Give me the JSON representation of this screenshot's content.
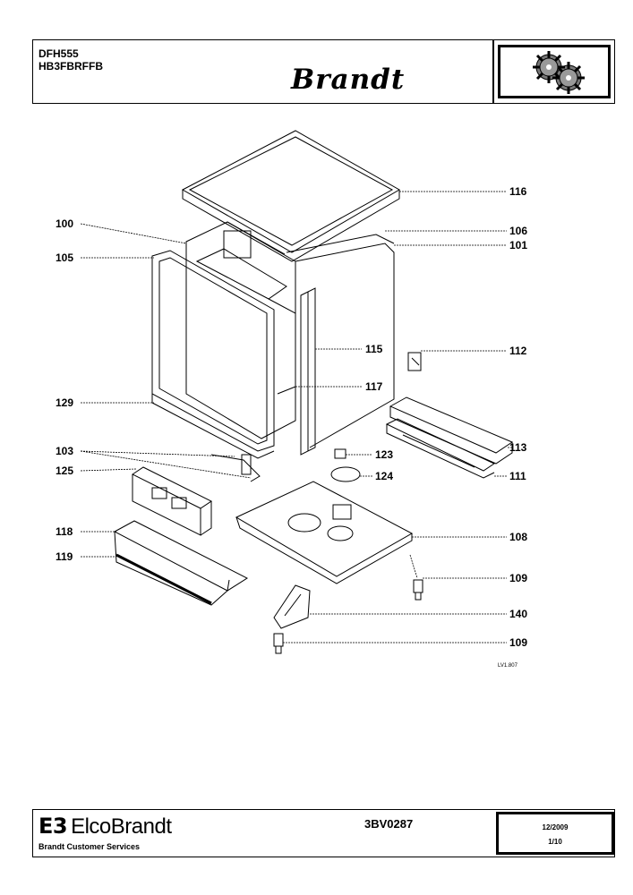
{
  "header": {
    "model_1": "DFH555",
    "model_2": "HB3FBRFFB",
    "logo_text": "Brandt",
    "logo_icon": "gears-icon"
  },
  "diagram": {
    "part_labels": [
      {
        "id": "116",
        "text": "116"
      },
      {
        "id": "100",
        "text": "100"
      },
      {
        "id": "106",
        "text": "106"
      },
      {
        "id": "101",
        "text": "101"
      },
      {
        "id": "105",
        "text": "105"
      },
      {
        "id": "115",
        "text": "115"
      },
      {
        "id": "112",
        "text": "112"
      },
      {
        "id": "117",
        "text": "117"
      },
      {
        "id": "129",
        "text": "129"
      },
      {
        "id": "113",
        "text": "113"
      },
      {
        "id": "103",
        "text": "103"
      },
      {
        "id": "123",
        "text": "123"
      },
      {
        "id": "125",
        "text": "125"
      },
      {
        "id": "124",
        "text": "124"
      },
      {
        "id": "111",
        "text": "111"
      },
      {
        "id": "118",
        "text": "118"
      },
      {
        "id": "108",
        "text": "108"
      },
      {
        "id": "119",
        "text": "119"
      },
      {
        "id": "109a",
        "text": "109"
      },
      {
        "id": "140",
        "text": "140"
      },
      {
        "id": "109b",
        "text": "109"
      }
    ],
    "drawing_ref": "LV1.807"
  },
  "footer": {
    "brand_mark": "E3",
    "brand_name": "ElcoBrandt",
    "services": "Brandt Customer Services",
    "doc_ref": "3BV0287",
    "date": "12/2009",
    "page": "1/10"
  }
}
